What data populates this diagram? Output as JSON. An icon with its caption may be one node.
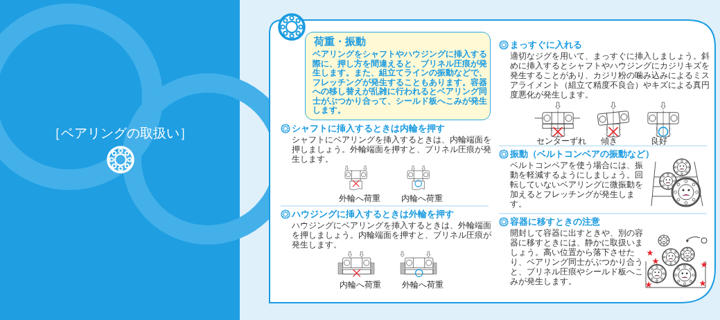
{
  "diagram": {
    "nodes": [
      {
        "text": [
          "荷重・振動",
          "ベアリングをシャフトやハウジングに挿入する際に、押し方を間違えると、ブリネル圧痕が発生します。また、組立てラインの振動などで、フレッチングが発生することもあります。容器への移し替えが乱雑に行われるとベアリング同士がぶつかり合って、シールド板へこみが発生します。"
        ]
      }
    ],
    "labels": [
      "［ベアリングの取扱い］",
      "シャフトに挿入するときは内輪を押す",
      "シャフトにベアリングを挿入するときは、内輪端面を押しましょう。外輪端面を押すと、ブリネル圧痕が発生します。",
      "外輪へ荷重",
      "内輪へ荷重",
      "ハウジングに挿入するときは外輪を押す",
      "ハウジングにベアリングを挿入するときは、外輪端面を押しましょう。内輪端面を押すと、ブリネル圧痕が発生します。",
      "内輪へ荷重",
      "外輪へ荷重",
      "まっすぐに入れる",
      "適切なジグを用いて、まっすぐに挿入しましょう。斜めに挿入するとシャフトやハウジングにカジリキズを発生することがあり、カジリ粉の噛み込みによるミスアライメント（組立て精度不良合）やキズによる真円度悪化が発生します。",
      "センターずれ",
      "傾き",
      "良好",
      "振動（ベルトコンベアの振動など）",
      "ベルトコンベアを使う場合には、振動を軽減するようにしましょう。回転していないベアリングに微振動を加えるとフレッチングが発生します。",
      "容器に移すときの注意",
      "開封して容器に出すときや、別の容器に移すときには、静かに取扱いましょう。高い位置から落下させたり、ベアリング同士がぶつかり合うと、ブリネル圧痕やシールド板へこみが発生します。"
    ]
  }
}
